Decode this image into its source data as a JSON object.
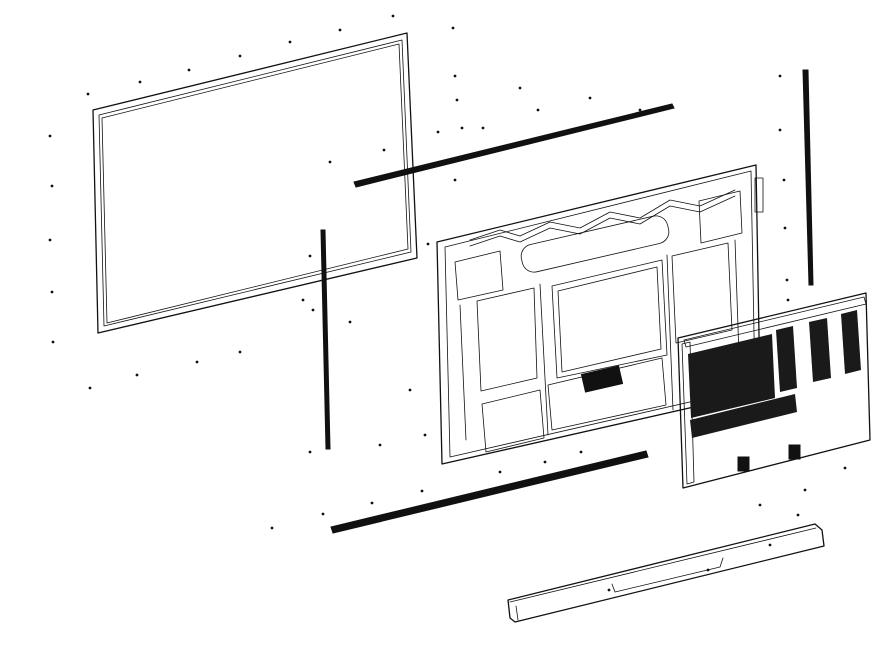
{
  "diagram": {
    "colors": {
      "line": "#111111",
      "background": "#ffffff"
    },
    "parts": [
      "front-bezel-frame",
      "top-trim-strip",
      "left-trim-strip",
      "right-trim-strip",
      "bottom-trim-strip",
      "rear-chassis-panel",
      "back-cover-plate",
      "base-support-bar"
    ]
  }
}
